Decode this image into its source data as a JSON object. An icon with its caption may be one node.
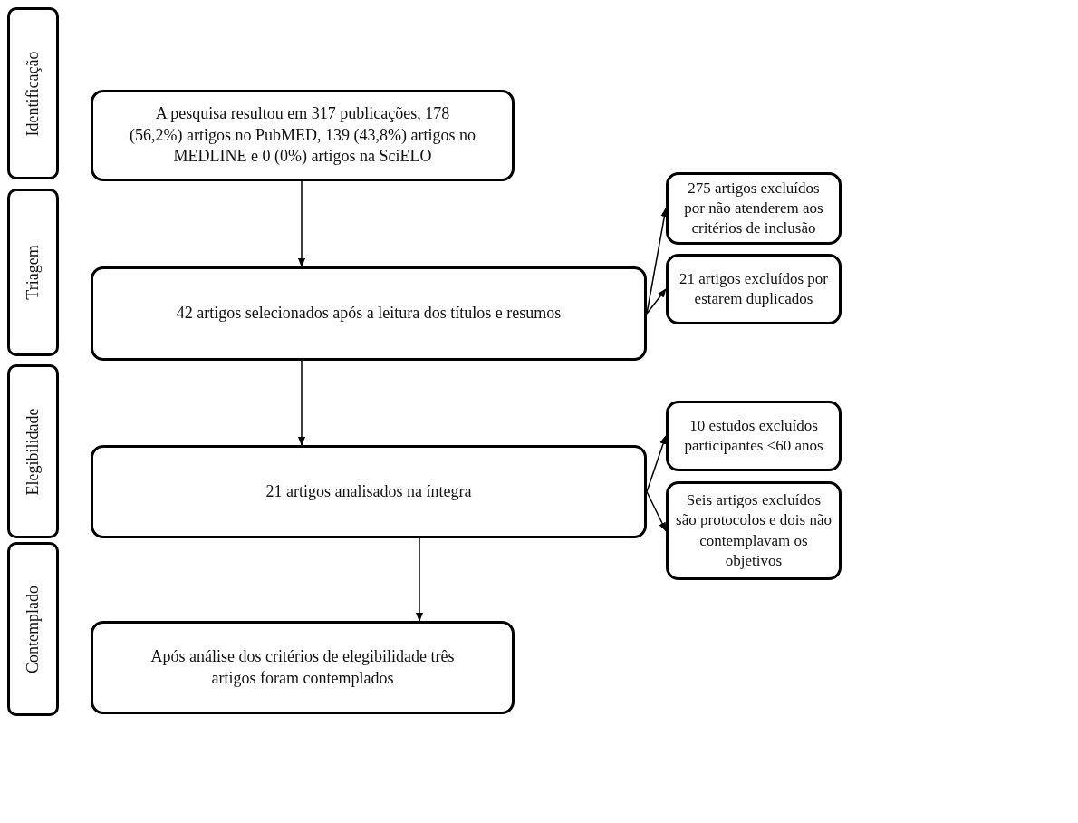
{
  "diagram": {
    "nodes": [
      {
        "text": [
          "Identificação"
        ]
      },
      {
        "text": [
          "A pesquisa resultou em 317 publicações, 178 (56,2%) artigos no PubMED, 139 (43,8%) artigos no MEDLINE e 0 (0%) artigos na SciELO"
        ]
      },
      {
        "text": [
          "Triagem"
        ]
      },
      {
        "text": [
          "42 artigos selecionados após a leitura dos títulos e resumos"
        ]
      },
      {
        "text": [
          "275 artigos excluídos por não atenderem aos critérios de inclusão"
        ]
      },
      {
        "text": [
          "21 artigos excluídos por estarem duplicados"
        ]
      },
      {
        "text": [
          "Elegibilidade"
        ]
      },
      {
        "text": [
          "21 artigos analisados na íntegra"
        ]
      },
      {
        "text": [
          "10 estudos excluídos participantes <60 anos"
        ]
      },
      {
        "text": [
          "Seis artigos excluídos são protocolos e dois não contemplavam os objetivos"
        ]
      },
      {
        "text": [
          "Contemplado"
        ]
      },
      {
        "text": [
          "Após análise dos critérios de elegibilidade três artigos foram contemplados"
        ]
      }
    ],
    "edges": [
      {
        "from": 1,
        "to": 3,
        "arrow": "to"
      },
      {
        "from": 3,
        "to": 4,
        "arrow": "to"
      },
      {
        "from": 3,
        "to": 5,
        "arrow": "to"
      },
      {
        "from": 3,
        "to": 7,
        "arrow": "to"
      },
      {
        "from": 7,
        "to": 8,
        "arrow": "to"
      },
      {
        "from": 7,
        "to": 9,
        "arrow": "to"
      },
      {
        "from": 7,
        "to": 11,
        "arrow": "to"
      }
    ]
  }
}
